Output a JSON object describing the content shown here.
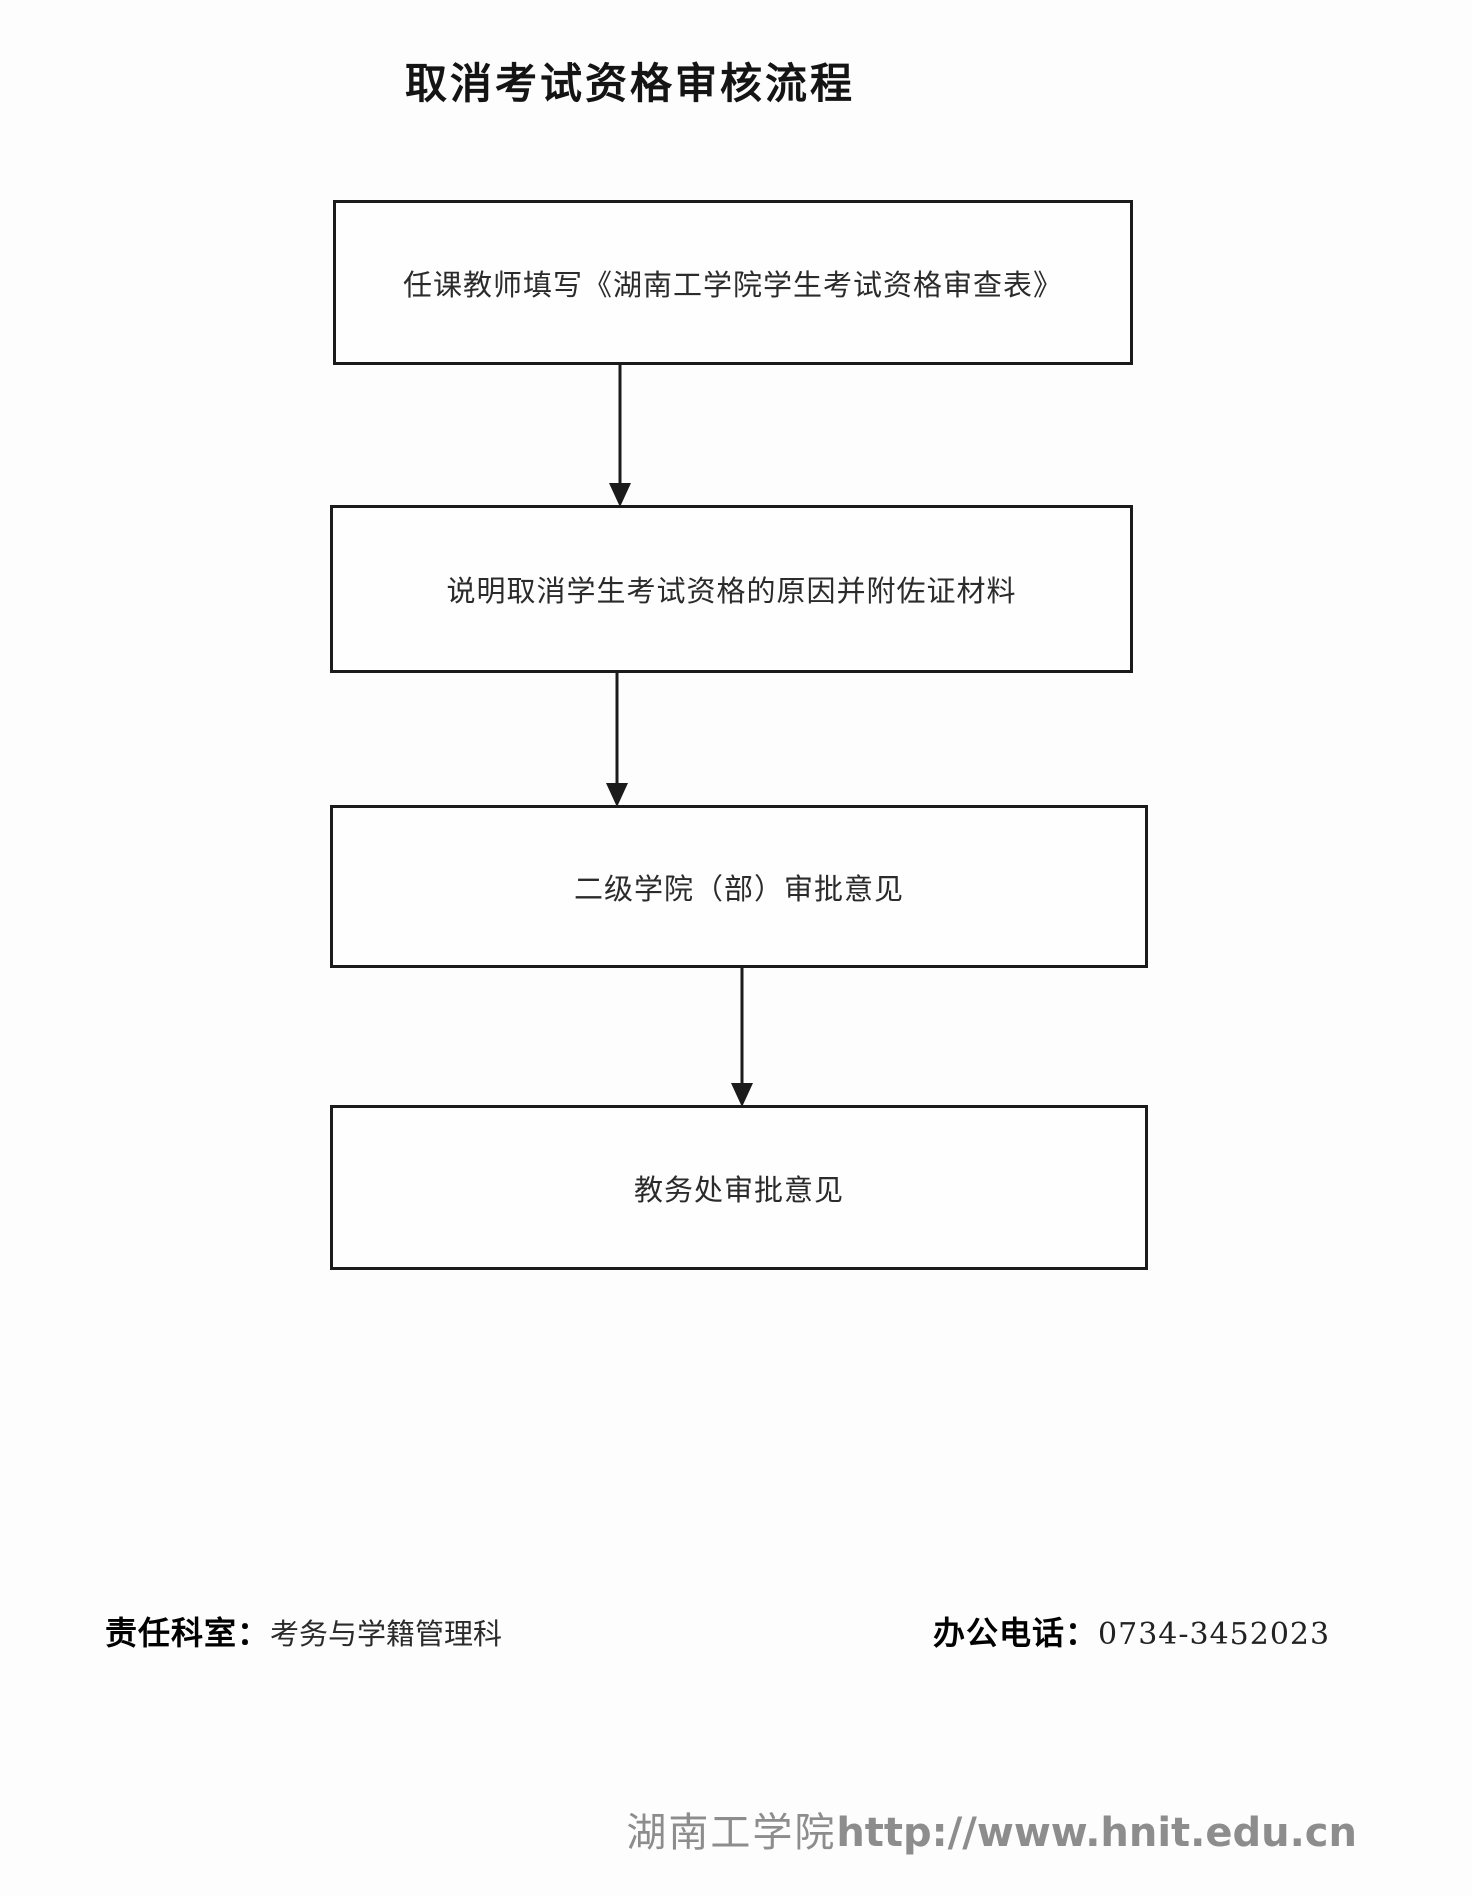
{
  "page": {
    "title": "取消考试资格审核流程"
  },
  "flowchart": {
    "steps": [
      {
        "label": "任课教师填写《湖南工学院学生考试资格审查表》"
      },
      {
        "label": "说明取消学生考试资格的原因并附佐证材料"
      },
      {
        "label": "二级学院（部）审批意见"
      },
      {
        "label": "教务处审批意见"
      }
    ]
  },
  "footer": {
    "department_label": "责任科室：",
    "department_value": "考务与学籍管理科",
    "phone_label": "办公电话：",
    "phone_value": "0734-3452023"
  },
  "watermark": {
    "org": "湖南工学院",
    "url": "http://www.hnit.edu.cn"
  },
  "colors": {
    "border": "#1b1b1b",
    "text": "#2b2b2b",
    "watermark": "#8d8d8d",
    "background": "#fdfdfd"
  }
}
